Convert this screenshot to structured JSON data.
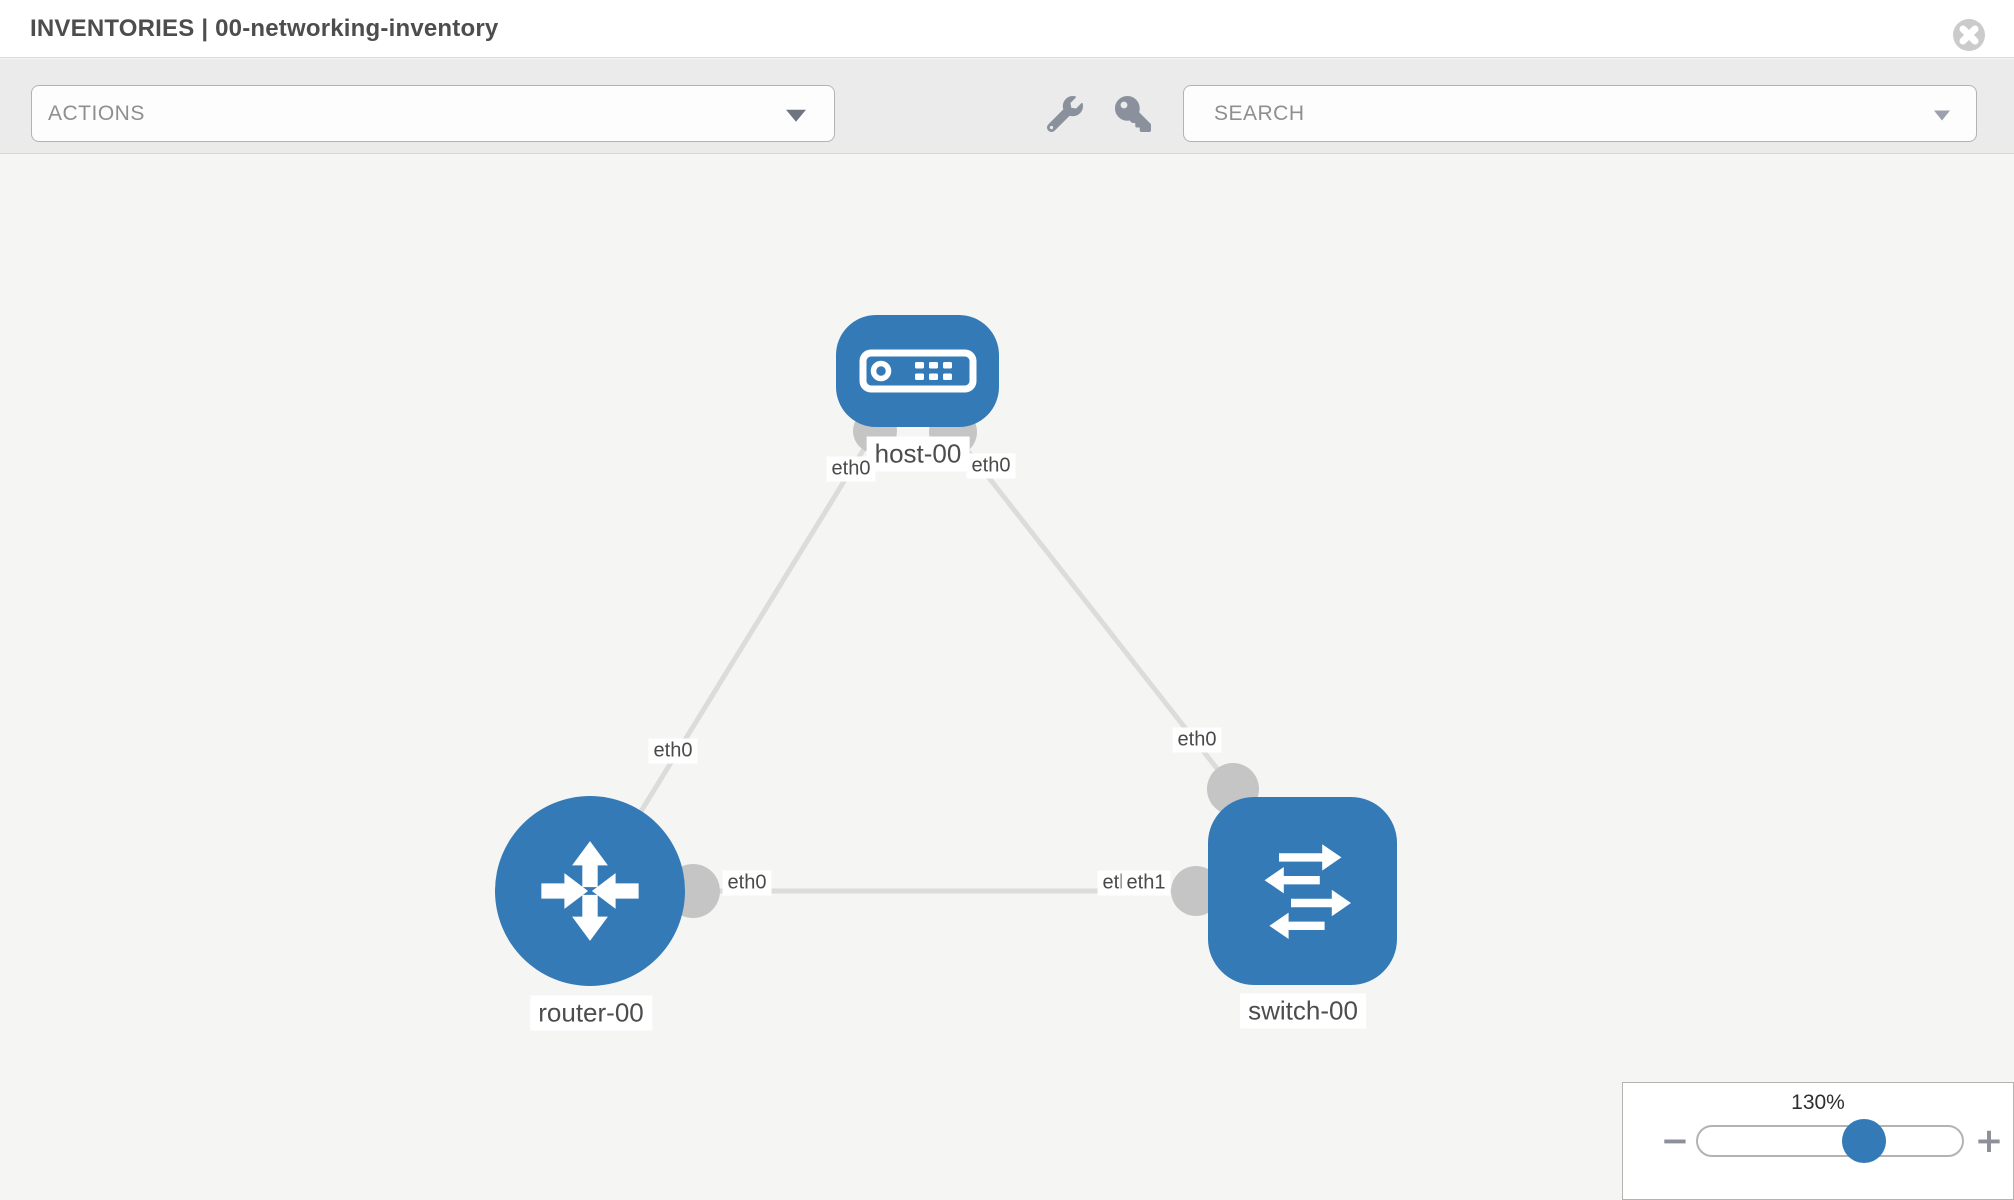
{
  "header": {
    "title": "INVENTORIES | 00-networking-inventory"
  },
  "toolbar": {
    "actions_label": "ACTIONS",
    "search_placeholder": "SEARCH",
    "icons": [
      "wrench-icon",
      "key-icon"
    ]
  },
  "colors": {
    "node_blue": "#337ab7",
    "link_gray": "#dcdcdc",
    "connector_gray": "#c5c5c5",
    "icon_gray": "#8b919c",
    "canvas_bg": "#f5f5f4",
    "toolbar_bg": "#ebebeb",
    "slider_thumb_blue": "#337ab7"
  },
  "topology": {
    "nodes": [
      {
        "id": "host-00",
        "type": "host",
        "label": "host-00"
      },
      {
        "id": "router-00",
        "type": "router",
        "label": "router-00"
      },
      {
        "id": "switch-00",
        "type": "switch",
        "label": "switch-00"
      }
    ],
    "links": [
      {
        "from": "host-00",
        "from_interface": "eth0",
        "to": "router-00",
        "to_interface": "eth0"
      },
      {
        "from": "host-00",
        "from_interface": "eth0",
        "to": "switch-00",
        "to_interface": "eth0"
      },
      {
        "from": "router-00",
        "from_interface": "eth0",
        "to": "switch-00",
        "to_interface": "eth1"
      }
    ],
    "interface_labels": [
      {
        "text": "eth0",
        "position": "host end of host-router link"
      },
      {
        "text": "eth0",
        "position": "host end of host-switch link"
      },
      {
        "text": "eth0",
        "position": "router end of host-router link"
      },
      {
        "text": "eth0",
        "position": "switch end of host-switch link"
      },
      {
        "text": "eth0",
        "position": "router end of router-switch link"
      },
      {
        "text": "eth0",
        "position": "switch end of router-switch link (behind)"
      },
      {
        "text": "eth1",
        "position": "switch end of router-switch link (front)"
      }
    ]
  },
  "zoom_panel": {
    "level": "130%",
    "zoom_out": "−",
    "zoom_in": "+"
  }
}
